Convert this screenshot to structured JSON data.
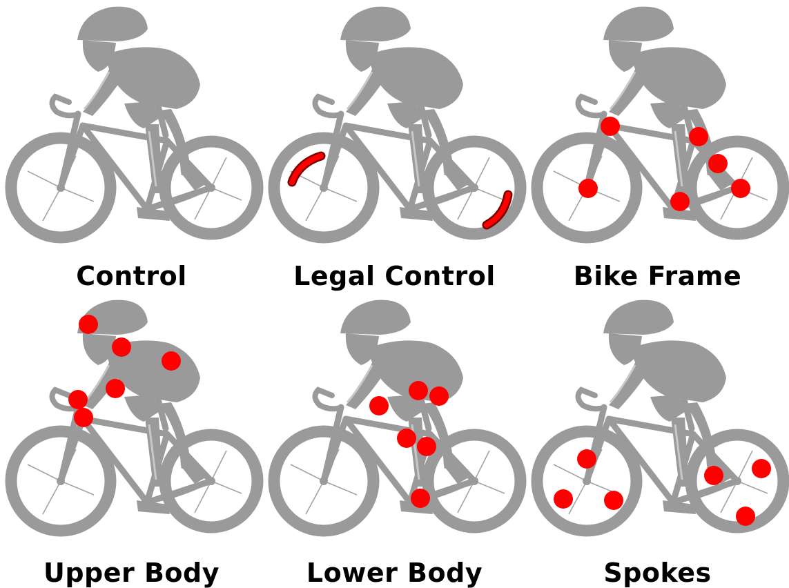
{
  "panels": [
    {
      "label": "Control",
      "markers": "none"
    },
    {
      "label": "Legal Control",
      "markers": "arcs"
    },
    {
      "label": "Bike Frame",
      "markers": "bike-frame"
    },
    {
      "label": "Upper Body",
      "markers": "upper-body"
    },
    {
      "label": "Lower Body",
      "markers": "lower-body"
    },
    {
      "label": "Spokes",
      "markers": "spokes"
    }
  ],
  "colors": {
    "silhouette": "#9a9a9a",
    "silhouette_light": "#c8c8c8",
    "marker": "#ff0000",
    "marker_outline": "#7a0000"
  }
}
